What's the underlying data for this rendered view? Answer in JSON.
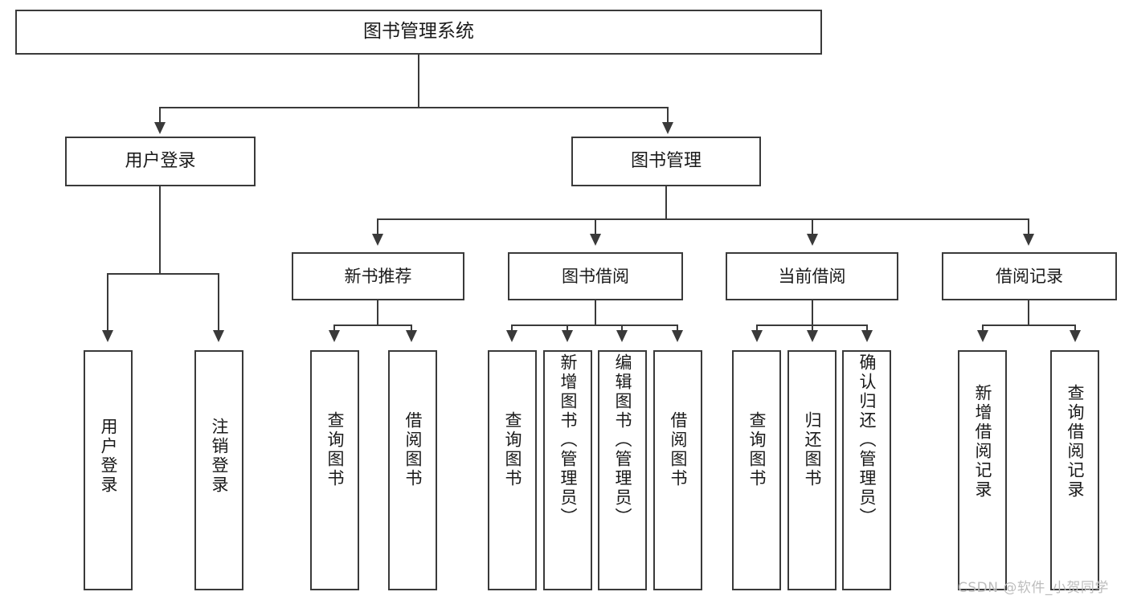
{
  "diagram": {
    "type": "tree-hierarchy",
    "title": "图书管理系统",
    "root": {
      "label": "图书管理系统"
    },
    "level1": [
      {
        "label": "用户登录"
      },
      {
        "label": "图书管理"
      }
    ],
    "level2": [
      {
        "label": "新书推荐"
      },
      {
        "label": "图书借阅"
      },
      {
        "label": "当前借阅"
      },
      {
        "label": "借阅记录"
      }
    ],
    "leaves": [
      {
        "label": "用户登录",
        "parent": "用户登录"
      },
      {
        "label": "注销登录",
        "parent": "用户登录"
      },
      {
        "label": "查询图书",
        "parent": "新书推荐"
      },
      {
        "label": "借阅图书",
        "parent": "新书推荐"
      },
      {
        "label": "查询图书",
        "parent": "图书借阅"
      },
      {
        "label": "新增图书（管理员）",
        "parent": "图书借阅"
      },
      {
        "label": "编辑图书（管理员）",
        "parent": "图书借阅"
      },
      {
        "label": "借阅图书",
        "parent": "图书借阅"
      },
      {
        "label": "查询图书",
        "parent": "当前借阅"
      },
      {
        "label": "归还图书",
        "parent": "当前借阅"
      },
      {
        "label": "确认归还（管理员）",
        "parent": "当前借阅"
      },
      {
        "label": "新增借阅记录",
        "parent": "借阅记录"
      },
      {
        "label": "查询借阅记录",
        "parent": "借阅记录"
      }
    ]
  },
  "watermark": {
    "text": "CSDN @软件_小贺同学"
  },
  "colors": {
    "stroke": "#3a3a3a",
    "box_fill": "#ffffff",
    "text": "#1a1a1a",
    "watermark": "#bdbdbd",
    "background": "#ffffff"
  }
}
